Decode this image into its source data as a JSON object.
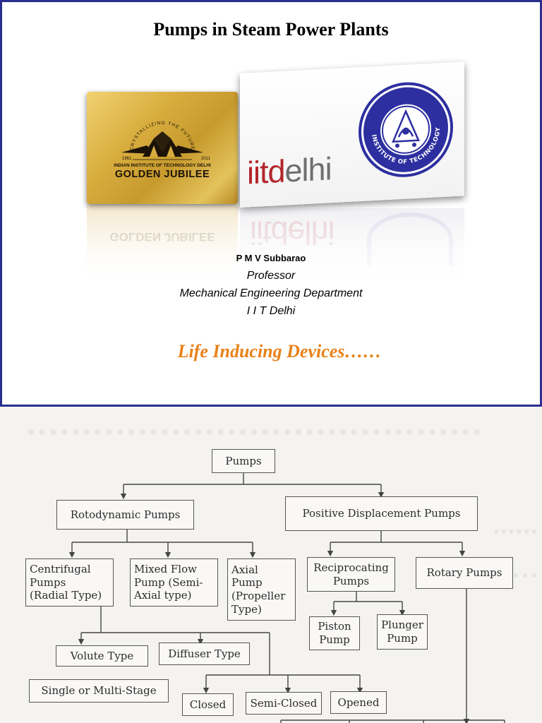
{
  "slide1": {
    "title": "Pumps in Steam Power Plants",
    "golden_jubilee": {
      "motto": "CRYSTALLIZING THE FUTURE",
      "year_start": "1961",
      "year_end": "2011",
      "institute": "INDIAN INSTITUTE OF TECHNOLOGY DELHI",
      "label": "GOLDEN JUBILEE"
    },
    "iitd_logo": {
      "wordmark_red": "iitd",
      "wordmark_grey": "elhi",
      "seal_text": "INDIAN INSTITUTE OF TECHNOLOGY DELHI"
    },
    "author": {
      "name": "P M V Subbarao",
      "role": "Professor",
      "department": "Mechanical Engineering Department",
      "institution": "I I T Delhi"
    },
    "tagline": "Life Inducing Devices……",
    "colors": {
      "frame": "#2a2f8e",
      "tagline": "#e8811a",
      "wordmark_red": "#b3262b"
    }
  },
  "slide2": {
    "tree": {
      "root": "Pumps",
      "rotodynamic": "Rotodynamic Pumps",
      "positive_displacement": "Positive Displacement Pumps",
      "centrifugal": "Centrifugal\nPumps\n(Radial Type)",
      "mixed_flow": "Mixed Flow\nPump (Semi-\nAxial type)",
      "axial": "Axial\nPump\n(Propeller\nType)",
      "reciprocating": "Reciprocating\nPumps",
      "rotary": "Rotary Pumps",
      "piston": "Piston\nPump",
      "plunger": "Plunger\nPump",
      "volute": "Volute Type",
      "diffuser": "Diffuser Type",
      "stages": "Single or Multi-Stage",
      "closed": "Closed",
      "semi_closed": "Semi-Closed",
      "opened": "Opened"
    }
  }
}
